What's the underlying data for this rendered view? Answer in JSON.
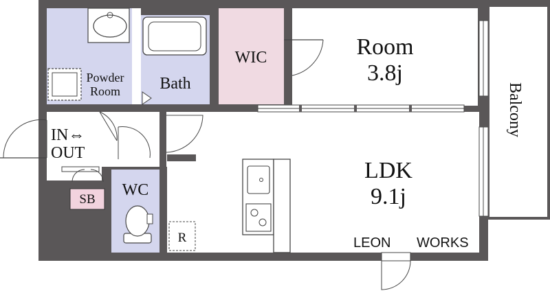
{
  "plan": {
    "room": {
      "name": "Room",
      "size": "3.8j"
    },
    "ldk": {
      "name": "LDK",
      "size": "9.1j"
    },
    "wic": "WIC",
    "bath": "Bath",
    "powder_room": {
      "line1": "Powder",
      "line2": "Room"
    },
    "entrance": {
      "line1": "IN⇔",
      "line2": "OUT"
    },
    "wc": "WC",
    "shoe_box": "SB",
    "refrigerator": "R",
    "balcony": "Balcony",
    "branding": {
      "left": "LEON",
      "right": "WORKS"
    }
  },
  "colors": {
    "wall": "#5a5758",
    "wet_area": "#d4d6ee",
    "wic_pink": "#f0dae2",
    "shoe_box_pink": "#f2d3de",
    "floor": "#ffffff"
  }
}
